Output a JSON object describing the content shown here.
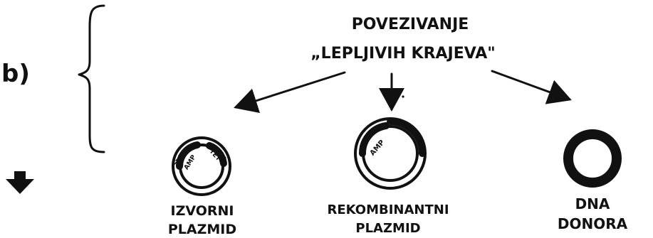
{
  "panel_label": "b)",
  "title": {
    "line1": "POVEZIVANJE",
    "line2": "„LEPLJIVIH KRAJEVA\""
  },
  "plasmids": [
    {
      "id": "source",
      "caption_line1": "IZVORNI",
      "caption_line2": "PLAZMID",
      "gene_labels": [
        "AMP",
        "TET"
      ]
    },
    {
      "id": "recombinant",
      "caption_line1": "REKOMBINANTNI",
      "caption_line2": "PLAZMID",
      "gene_labels": [
        "AMP"
      ]
    },
    {
      "id": "donor",
      "caption_line1": "DNA",
      "caption_line2": "DONORA",
      "gene_labels": []
    }
  ],
  "icons": {
    "bracket": "curly-brace-icon",
    "down_arrow": "down-arrow-icon"
  }
}
